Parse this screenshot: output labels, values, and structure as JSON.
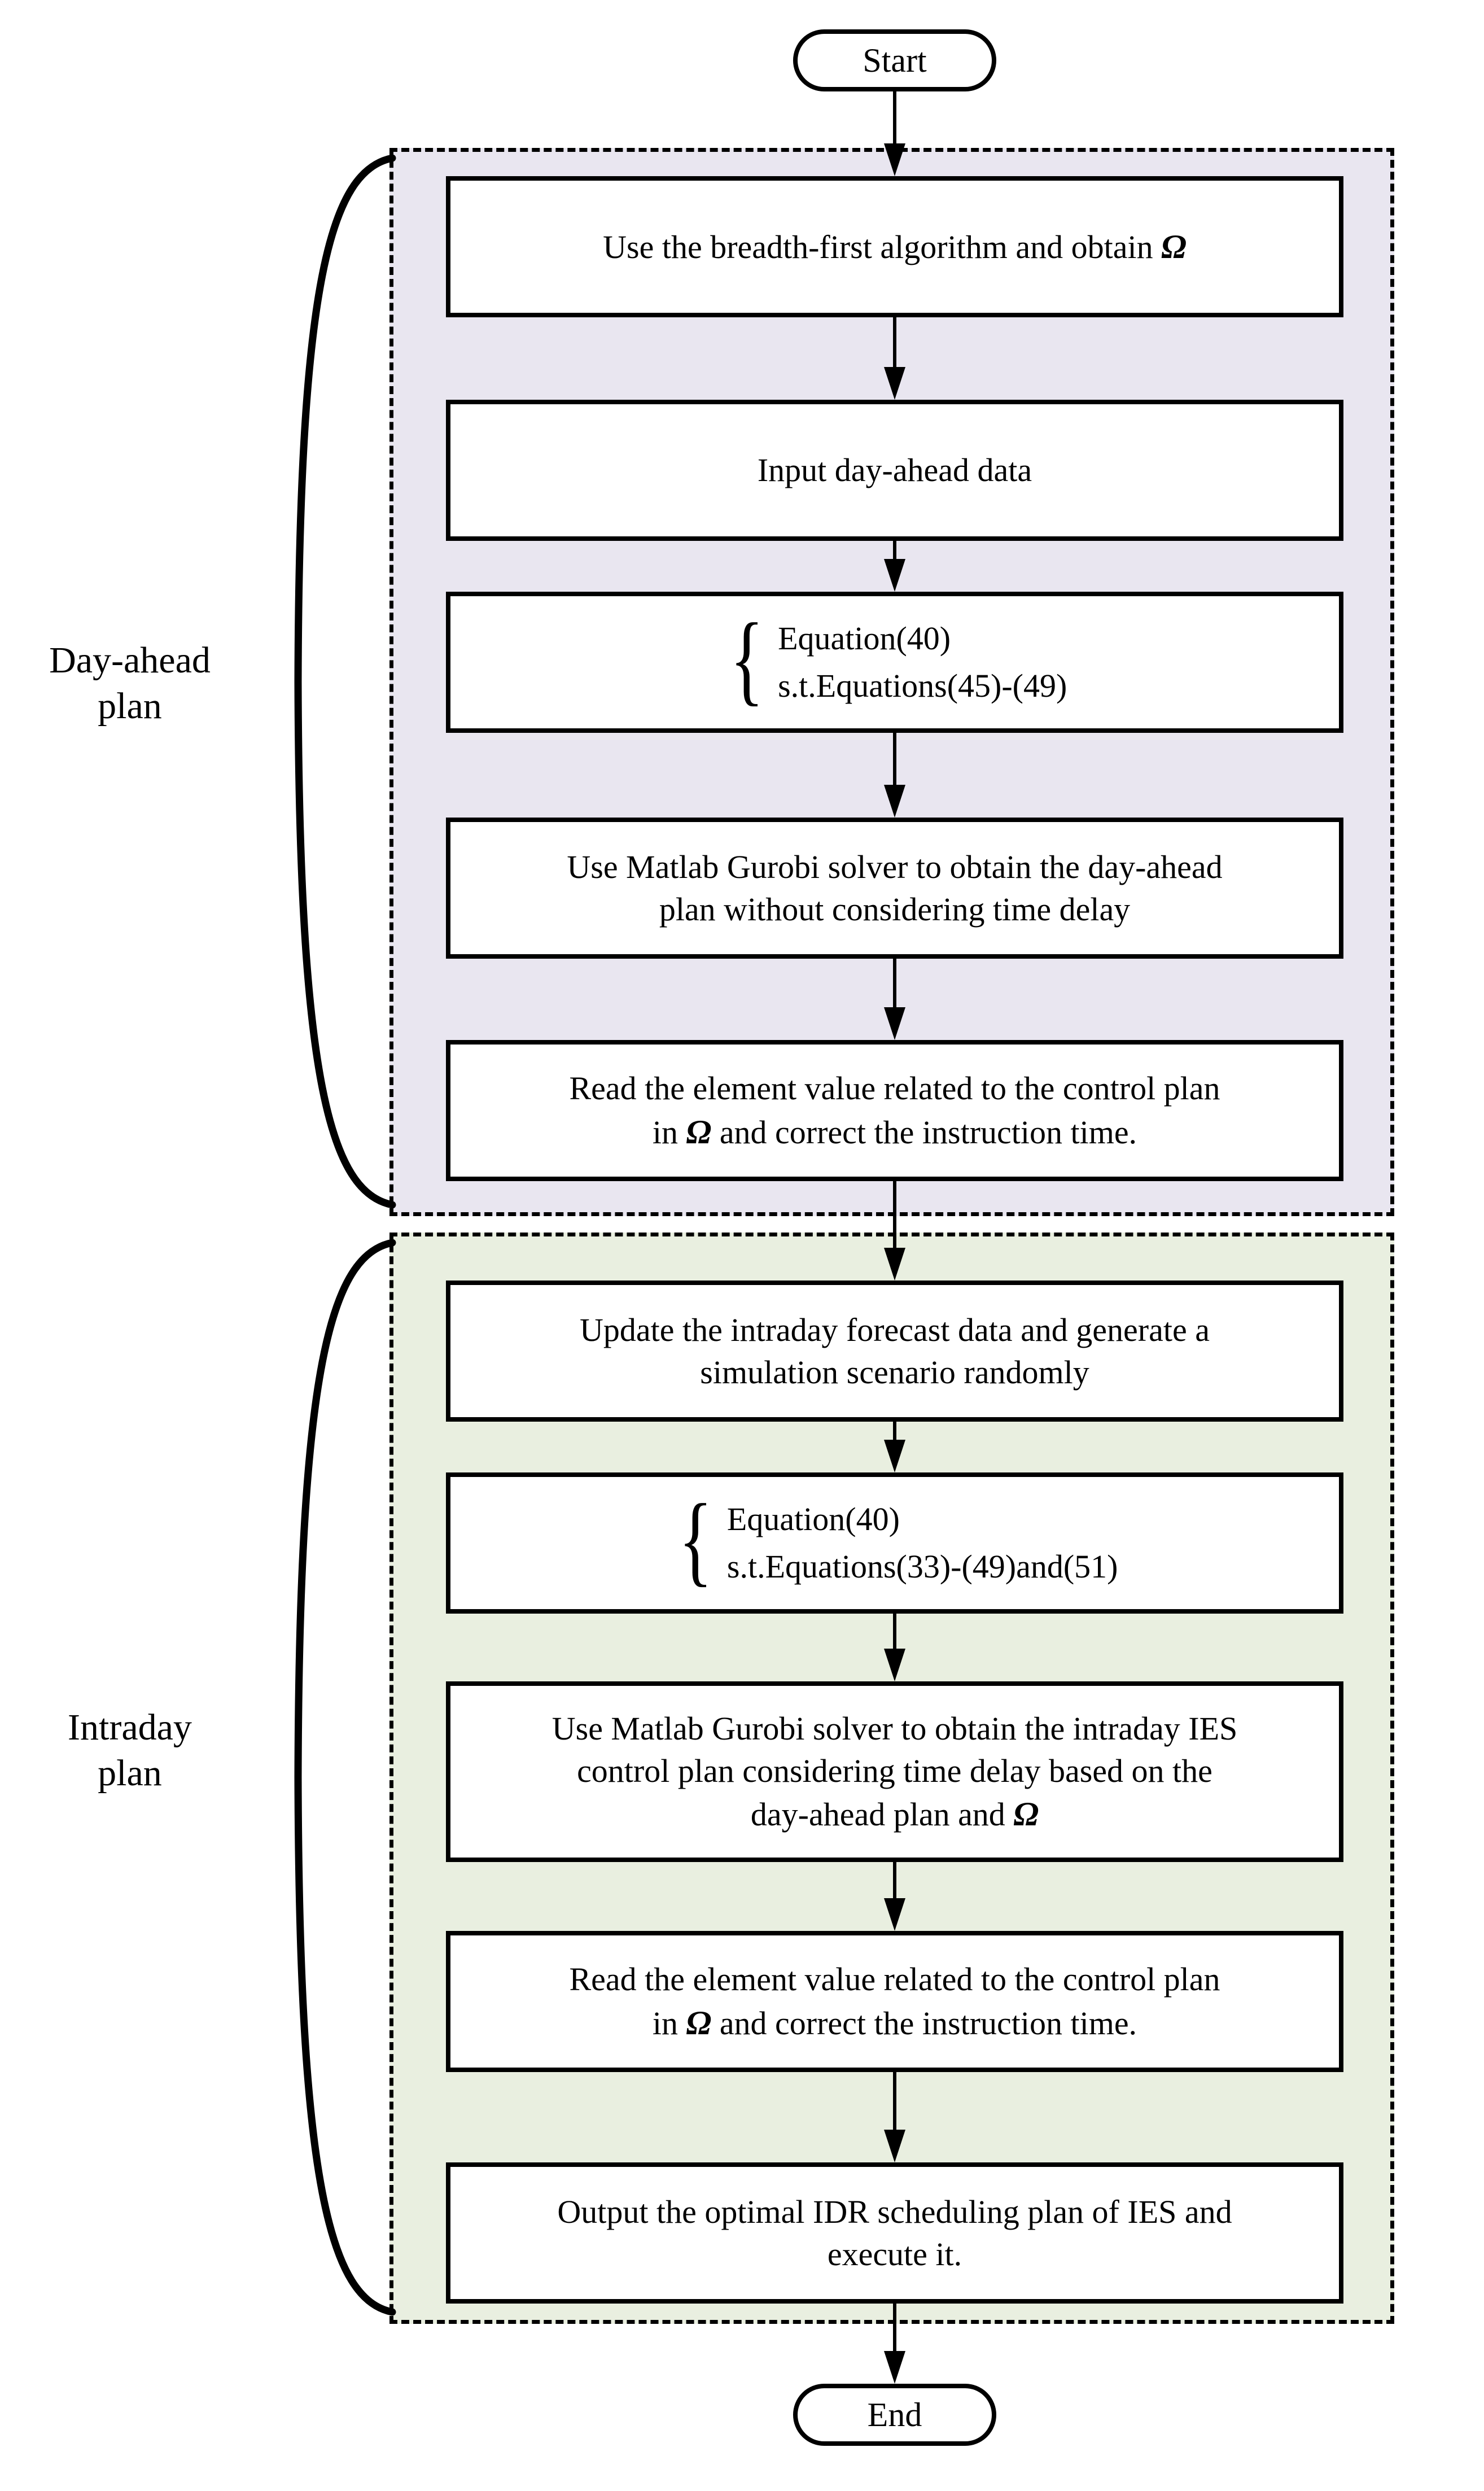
{
  "diagram": {
    "title": "Day-ahead and intraday IES scheduling flowchart",
    "colors": {
      "day_ahead_region_bg": "#e9e6f0",
      "intraday_region_bg": "#e9efe0",
      "line": "#000000",
      "box_bg": "#ffffff"
    }
  },
  "terminators": {
    "start": "Start",
    "end": "End"
  },
  "side_labels": {
    "day_ahead": "Day-ahead\nplan",
    "intraday": "Intraday\nplan"
  },
  "symbols": {
    "omega": "Ω",
    "brace": "{"
  },
  "day_ahead_steps": [
    {
      "id": "breadth-first",
      "kind": "process",
      "text_before": "Use the breadth-first algorithm and obtain ",
      "symbol": "Ω",
      "text_after": ""
    },
    {
      "id": "input-data",
      "kind": "process",
      "text": "Input day-ahead data"
    },
    {
      "id": "equations-day-ahead",
      "kind": "equation",
      "line1": "Equation(40)",
      "line2": "s.t.Equations(45)-(49)"
    },
    {
      "id": "solver-day-ahead",
      "kind": "process",
      "line1": "Use Matlab Gurobi solver to obtain the day-ahead",
      "line2": "plan without considering time delay"
    },
    {
      "id": "read-element-day-ahead",
      "kind": "process",
      "line1": "Read the element value related to the control plan",
      "line2_before": "in ",
      "symbol": "Ω",
      "line2_after": " and correct the instruction time."
    }
  ],
  "intraday_steps": [
    {
      "id": "update-forecast",
      "kind": "process",
      "line1": "Update the intraday forecast data and generate a",
      "line2": "simulation scenario randomly"
    },
    {
      "id": "equations-intraday",
      "kind": "equation",
      "line1": "Equation(40)",
      "line2": "s.t.Equations(33)-(49)and(51)"
    },
    {
      "id": "solver-intraday",
      "kind": "process",
      "line1": "Use Matlab Gurobi solver to obtain the intraday IES",
      "line2": "control plan considering time delay based on the",
      "line3_before": "day-ahead plan and ",
      "symbol": "Ω",
      "line3_after": ""
    },
    {
      "id": "read-element-intraday",
      "kind": "process",
      "line1": "Read the element value related to the control plan",
      "line2_before": "in ",
      "symbol": "Ω",
      "line2_after": " and correct the instruction time."
    },
    {
      "id": "output-plan",
      "kind": "process",
      "line1": "Output the optimal IDR scheduling plan of IES and",
      "line2": "execute it."
    }
  ]
}
